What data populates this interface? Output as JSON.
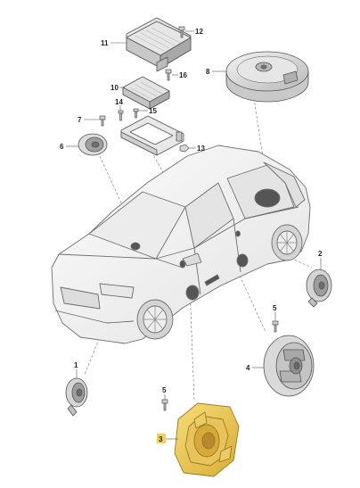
{
  "colors": {
    "part_grey": "#dcdcdc",
    "part_grey_dark": "#9a9a9a",
    "part_outline": "#555555",
    "car_body": "#f2f2f2",
    "car_outline": "#6e6e6e",
    "highlight_yellow": "#f2cf5a",
    "highlight_yellow_dark": "#c9a232",
    "leader_line": "#555555",
    "dashed_line": "#777777"
  },
  "callouts": [
    {
      "id": "1",
      "label": "1",
      "part": "front-door-speaker"
    },
    {
      "id": "2",
      "label": "2",
      "part": "rear-door-speaker"
    },
    {
      "id": "3",
      "label": "3",
      "part": "door-speaker-large",
      "highlighted": true
    },
    {
      "id": "4",
      "label": "4",
      "part": "rear-speaker-large"
    },
    {
      "id": "5a",
      "label": "5",
      "part": "screw"
    },
    {
      "id": "5b",
      "label": "5",
      "part": "screw"
    },
    {
      "id": "6",
      "label": "6",
      "part": "dash-speaker"
    },
    {
      "id": "7",
      "label": "7",
      "part": "screw"
    },
    {
      "id": "8",
      "label": "8",
      "part": "subwoofer-spare-wheel"
    },
    {
      "id": "10",
      "label": "10",
      "part": "control-unit-small"
    },
    {
      "id": "11",
      "label": "11",
      "part": "amplifier"
    },
    {
      "id": "12",
      "label": "12",
      "part": "bolt"
    },
    {
      "id": "13",
      "label": "13",
      "part": "nut"
    },
    {
      "id": "14",
      "label": "14",
      "part": "bolt"
    },
    {
      "id": "15",
      "label": "15",
      "part": "bolt"
    },
    {
      "id": "16",
      "label": "16",
      "part": "bolt"
    }
  ]
}
